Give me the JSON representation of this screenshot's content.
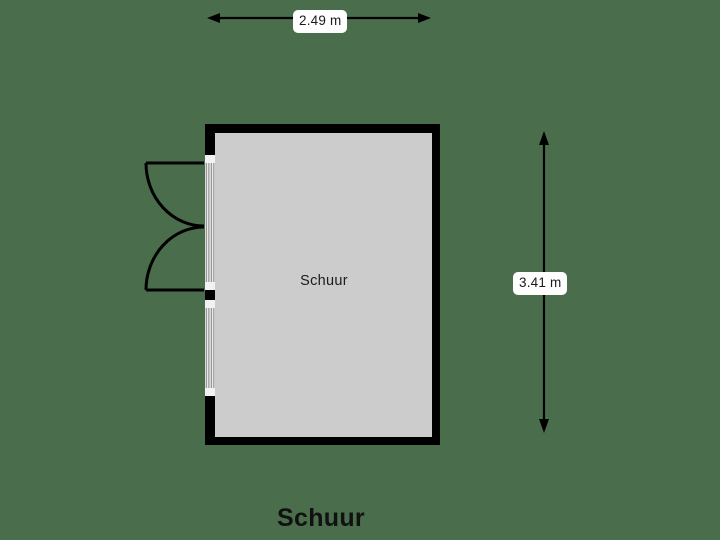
{
  "plan": {
    "title": "Schuur",
    "background_color": "#4a6e4c",
    "wall_color": "#000000",
    "room_fill_color": "#cccccc",
    "label_text_color": "#1a1a1a",
    "rooms": [
      {
        "name": "Schuur",
        "label": "Schuur",
        "fill": "#cccccc"
      }
    ],
    "dimensions": {
      "top": {
        "label": "2.49 m",
        "value": 2.49,
        "unit": "m",
        "orientation": "horizontal"
      },
      "right": {
        "label": "3.41 m",
        "value": 3.41,
        "unit": "m",
        "orientation": "vertical"
      }
    },
    "openings": [
      {
        "type": "door",
        "style": "double-door",
        "wall": "left",
        "swing": "outward-left"
      }
    ]
  }
}
